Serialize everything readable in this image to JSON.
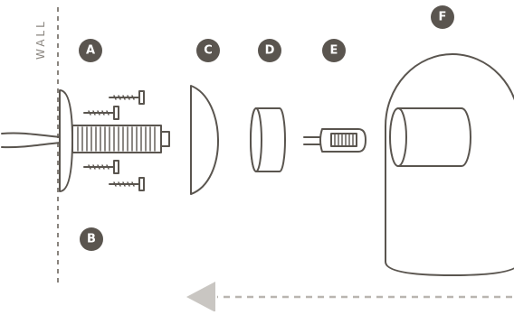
{
  "diagram": {
    "wall_label": "WALL",
    "badges": {
      "a": "A",
      "b": "B",
      "c": "C",
      "d": "D",
      "e": "E",
      "f": "F"
    },
    "colors": {
      "line": "#5a554f",
      "badge": "#5a554f",
      "arrow": "#c9c6c2",
      "wall": "#8a857f"
    },
    "arrow_direction": "left"
  }
}
